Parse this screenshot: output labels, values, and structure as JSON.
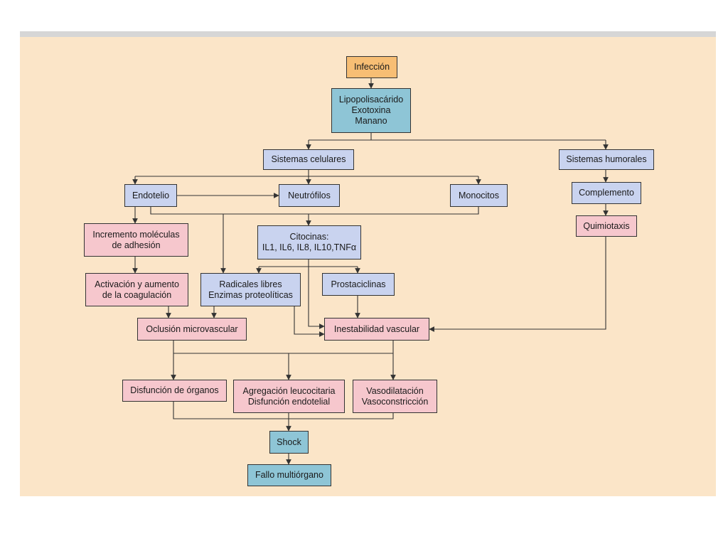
{
  "nodes": {
    "infeccion": "Infección",
    "lps": "Lipopolisacárido\nExotoxina\nManano",
    "sistemas_celulares": "Sistemas celulares",
    "sistemas_humorales": "Sistemas humorales",
    "endotelio": "Endotelio",
    "neutrofilos": "Neutrófilos",
    "monocitos": "Monocitos",
    "complemento": "Complemento",
    "quimiotaxis": "Quimiotaxis",
    "incremento": "Incremento moléculas\nde adhesión",
    "citocinas": "Citocinas:\nIL1, IL6, IL8, IL10,TNFα",
    "activacion": "Activación y aumento\nde la coagulación",
    "radicales": "Radicales libres\nEnzimas proteolíticas",
    "prostaciclinas": "Prostaciclinas",
    "oclusion": "Oclusión microvascular",
    "inestabilidad": "Inestabilidad vascular",
    "disfuncion_organos": "Disfunción de órganos",
    "agregacion": "Agregación leucocitaria\nDisfunción endotelial",
    "vasodilatacion": "Vasodilatación\nVasoconstricción",
    "shock": "Shock",
    "fallo": "Fallo multiórgano"
  },
  "colors": {
    "panel": "#fbe5c8",
    "orange": "#f7be74",
    "teal": "#8ec5d6",
    "blue": "#c9d3ef",
    "pink": "#f6c7cd",
    "line": "#333333"
  }
}
